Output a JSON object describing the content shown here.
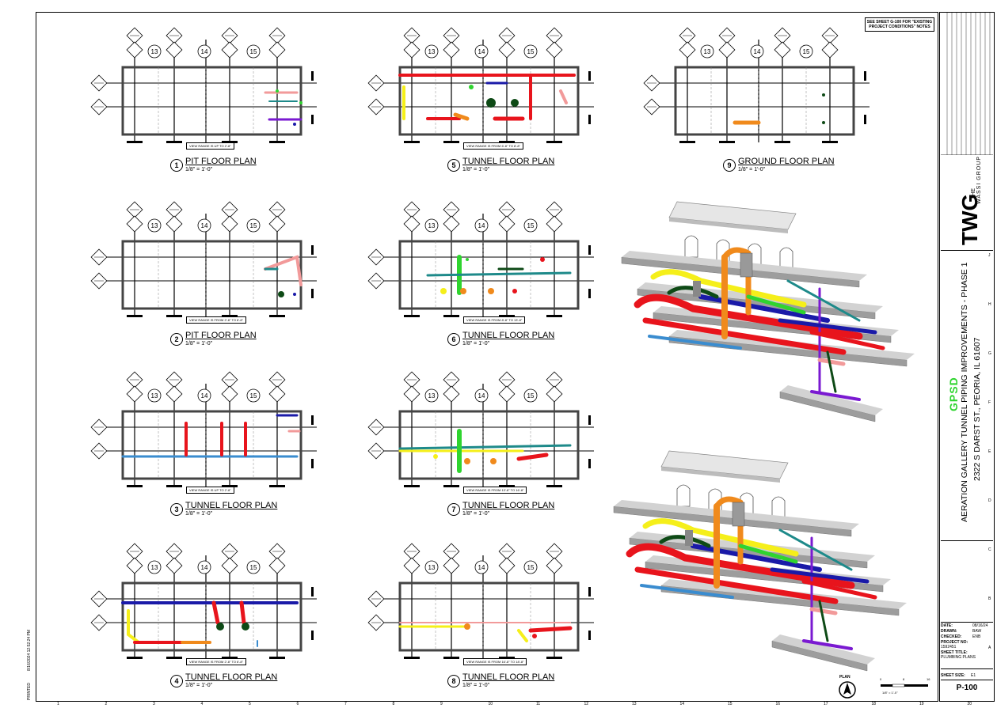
{
  "note": "SEE SHEET G-100 FOR \"EXISTING PROJECT CONDITIONS\" NOTES",
  "plans": [
    {
      "num": "1",
      "title": "PIT FLOOR PLAN",
      "scale": "1/8\" = 1'-0\"",
      "view_range": "VIEW RANGE IS UP TO 2'-8\""
    },
    {
      "num": "2",
      "title": "PIT FLOOR PLAN",
      "scale": "1/8\" = 1'-0\"",
      "view_range": "VIEW RANGE IS FROM 2'-8\" TO 6'-8\""
    },
    {
      "num": "3",
      "title": "TUNNEL FLOOR PLAN",
      "scale": "1/8\" = 1'-0\"",
      "view_range": "VIEW RANGE IS UP TO 2'-8\""
    },
    {
      "num": "4",
      "title": "TUNNEL FLOOR PLAN",
      "scale": "1/8\" = 1'-0\"",
      "view_range": "VIEW RANGE IS FROM 2'-8\" TO 6'-8\""
    },
    {
      "num": "5",
      "title": "TUNNEL FLOOR PLAN",
      "scale": "1/8\" = 1'-0\"",
      "view_range": "VIEW RANGE IS FROM 6'-8\" TO 8'-8\""
    },
    {
      "num": "6",
      "title": "TUNNEL FLOOR PLAN",
      "scale": "1/8\" = 1'-0\"",
      "view_range": "VIEW RANGE IS FROM 8'-8\" TO 13'-8\""
    },
    {
      "num": "7",
      "title": "TUNNEL FLOOR PLAN",
      "scale": "1/8\" = 1'-0\"",
      "view_range": "VIEW RANGE IS FROM 13'-8\" TO 16'-8\""
    },
    {
      "num": "8",
      "title": "TUNNEL FLOOR PLAN",
      "scale": "1/8\" = 1'-0\"",
      "view_range": "VIEW RANGE IS FROM 16'-8\" TO 18'-8\""
    },
    {
      "num": "9",
      "title": "GROUND FLOOR PLAN",
      "scale": "1/8\" = 1'-0\"",
      "view_range": ""
    }
  ],
  "grid_bubbles": [
    "13",
    "14",
    "15"
  ],
  "north": "PLAN",
  "graphic_scale": {
    "ticks": [
      "0",
      "8",
      "16"
    ],
    "label": "1/8\" = 1'-0\""
  },
  "printed": "8/16/2024 12:52:24 PM",
  "printed_label": "PRINTED",
  "title_block": {
    "firm_the": "THE",
    "firm_name": "WASSI GROUP",
    "client": "GPSD",
    "project_title": "AERATION GALLERY TUNNEL PIPING IMPROVEMENTS - PHASE 1",
    "project_address": "2322 S DARST ST., PEORIA, IL 61607",
    "date_label": "DATE:",
    "date": "08/16/24",
    "drawn_label": "DRAWN:",
    "drawn": "BAW",
    "checked_label": "CHECKED:",
    "checked": "ENB",
    "project_no_label": "PROJECT NO:",
    "project_no": "1592451",
    "sheet_title_label": "SHEET TITLE:",
    "sheet_title": "PLUMBING PLANS",
    "sheet_size_label": "SHEET SIZE:",
    "sheet_size": "E1",
    "sheet_number": "P-100"
  },
  "ruler_numbers": [
    "1",
    "2",
    "3",
    "4",
    "5",
    "6",
    "7",
    "8",
    "9",
    "10",
    "11",
    "12",
    "13",
    "14",
    "15",
    "16",
    "17",
    "18",
    "19",
    "20"
  ],
  "side_letters": [
    "J",
    "H",
    "G",
    "F",
    "E",
    "D",
    "C",
    "B",
    "A"
  ],
  "colors": {
    "red": "#e8141c",
    "blue": "#1a1aa8",
    "yellow": "#f5ef1a",
    "orange": "#f08a1c",
    "green": "#2fd42f",
    "teal": "#1e8a8a",
    "purple": "#7a1ad1",
    "pink": "#f29a9a",
    "darkgreen": "#0e4a16",
    "lightblue": "#3a8ccf"
  }
}
